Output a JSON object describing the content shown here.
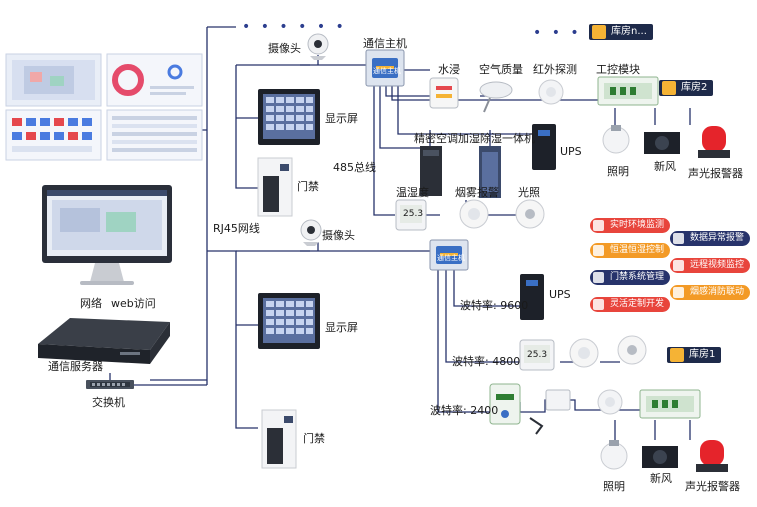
{
  "left": {
    "network_label": "网络",
    "web_label": "web访问",
    "server_label": "通信服务器",
    "switch_label": "交换机",
    "rj45_label": "RJ45网线",
    "bus485_label": "485总线"
  },
  "top": {
    "camera_label": "摄像头",
    "screen_label": "显示屏",
    "door_label": "门禁",
    "host_label": "通信主机",
    "host_badge": "通信主机",
    "water_label": "水浸",
    "air_label": "空气质量",
    "ir_label": "红外探测",
    "module_label": "工控模块",
    "precision_ac_label": "精密空调",
    "dehum_label": "加湿除湿一体机",
    "ups_label": "UPS",
    "temp_label": "温湿度",
    "smoke_label": "烟雾报警",
    "light_label": "光照",
    "room_n": "库房n...",
    "room_2": "库房2",
    "bulb_label": "照明",
    "fan_label": "新风",
    "alarm_label": "声光报警器",
    "display_value": "25.3"
  },
  "bottom": {
    "camera_label": "摄像头",
    "screen_label": "显示屏",
    "door_label": "门禁",
    "host_badge": "通信主机",
    "baud_9600": "波特率: 9600",
    "baud_4800": "波特率: 4800",
    "baud_2400": "波特率: 2400",
    "ups_label": "UPS",
    "room_1": "库房1",
    "bulb_label": "照明",
    "fan_label": "新风",
    "alarm_label": "声光报警器",
    "display_value": "25.3"
  },
  "features": [
    {
      "text": "实时环境监测",
      "color": "#e8453c"
    },
    {
      "text": "恒温恒湿控制",
      "color": "#f39a26"
    },
    {
      "text": "门禁系统管理",
      "color": "#27336b"
    },
    {
      "text": "灵活定制开发",
      "color": "#e8453c"
    },
    {
      "text": "数据异常报警",
      "color": "#27336b"
    },
    {
      "text": "远程视频监控",
      "color": "#e8453c"
    },
    {
      "text": "烟感消防联动",
      "color": "#f39a26"
    }
  ],
  "colors": {
    "line": "#27336b",
    "navy": "#1e2a4a",
    "accent": "#f5b335",
    "host_blue": "#3a6fc4"
  }
}
